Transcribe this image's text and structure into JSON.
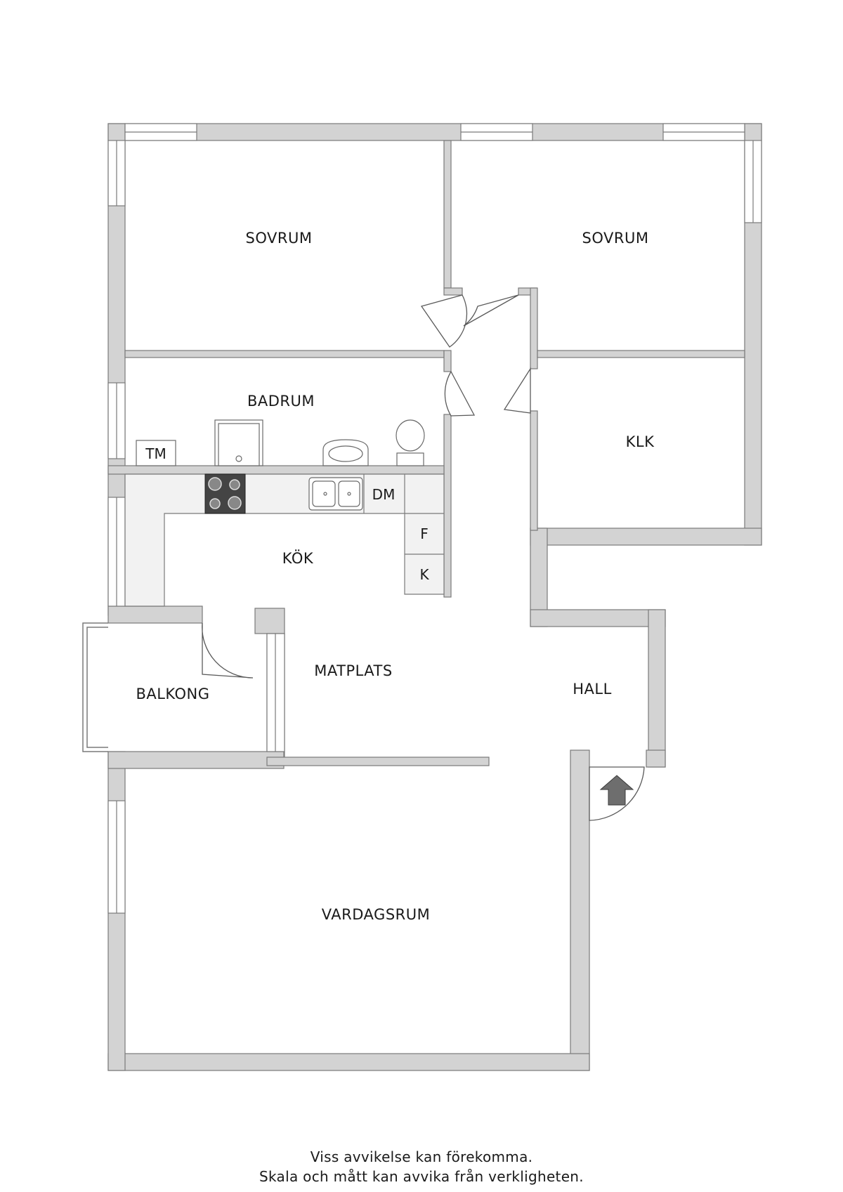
{
  "rooms": {
    "sovrum_left": "SOVRUM",
    "sovrum_right": "SOVRUM",
    "badrum": "BADRUM",
    "klk": "KLK",
    "kok": "KÖK",
    "matplats": "MATPLATS",
    "hall": "HALL",
    "balkong": "BALKONG",
    "vardagsrum": "VARDAGSRUM"
  },
  "fixtures": {
    "tm": "TM",
    "dm": "DM",
    "f": "F",
    "k": "K"
  },
  "disclaimer": {
    "line1": "Viss avvikelse kan förekomma.",
    "line2": "Skala och mått kan avvika från verkligheten."
  },
  "colors": {
    "wall": "#d3d3d3",
    "wall_outline": "#7a7a7a",
    "stove": "#444444",
    "entrance_arrow": "#6e6e6e"
  },
  "icons": [
    "window-icon",
    "door-swing-icon",
    "stove-icon",
    "sink-icon",
    "toilet-icon",
    "entrance-arrow-icon"
  ]
}
